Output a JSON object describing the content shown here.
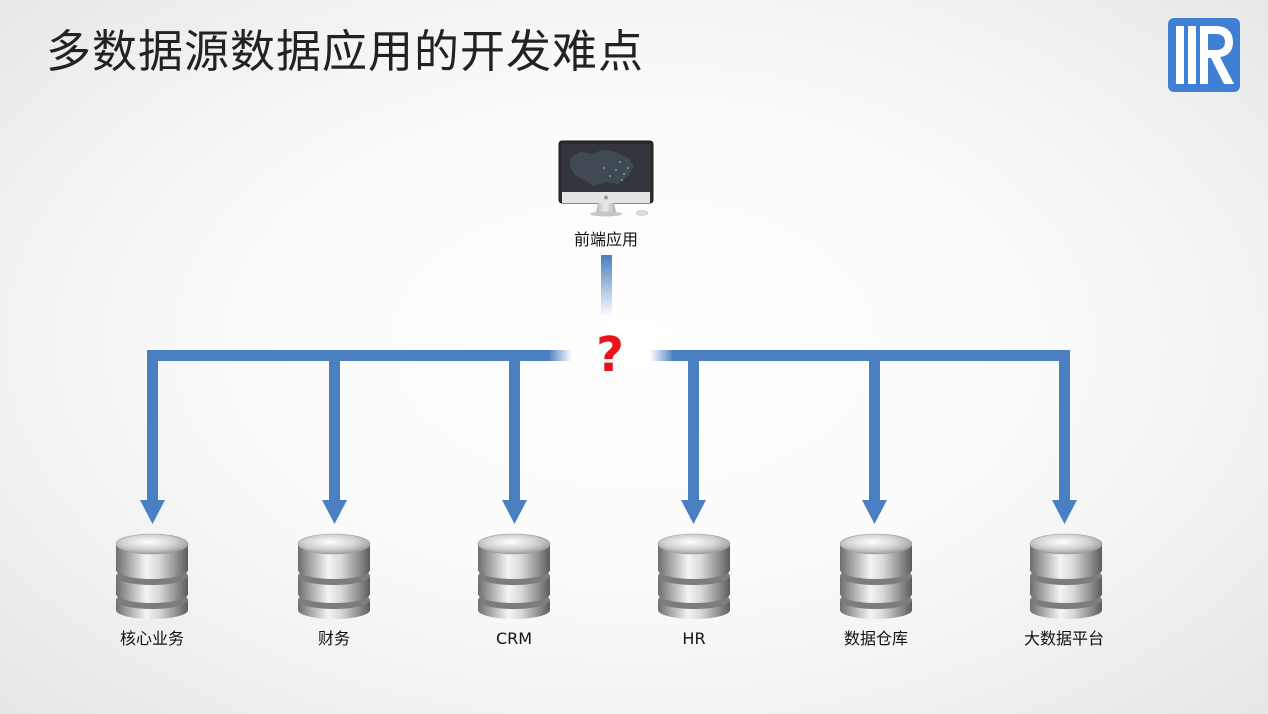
{
  "title": "多数据源数据应用的开发难点",
  "logo_icon": "raqsoft-r-logo-icon",
  "front_end": {
    "label": "前端应用",
    "icon": "desktop-computer-icon"
  },
  "connector": {
    "symbol": "?",
    "line_color": "#4a7fc1",
    "symbol_color": "#e8141c"
  },
  "data_sources": [
    {
      "label": "核心业务",
      "icon": "database-icon"
    },
    {
      "label": "财务",
      "icon": "database-icon"
    },
    {
      "label": "CRM",
      "icon": "database-icon"
    },
    {
      "label": "HR",
      "icon": "database-icon"
    },
    {
      "label": "数据仓库",
      "icon": "database-icon"
    },
    {
      "label": "大数据平台",
      "icon": "database-icon"
    }
  ]
}
